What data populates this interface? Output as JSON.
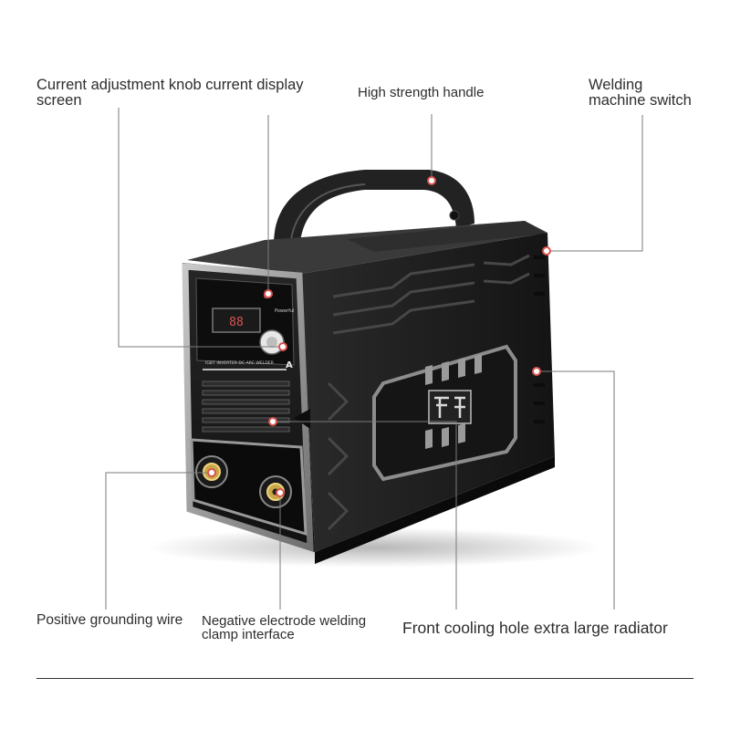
{
  "callouts": {
    "knob_display": "Current adjustment knob current display screen",
    "handle": "High strength handle",
    "switch": "Welding machine switch",
    "ground": "Positive grounding wire",
    "negative": "Negative electrode welding clamp interface",
    "radiator": "Front cooling hole extra large radiator"
  },
  "panel_text": {
    "model": "IGBT INVERTER DC ARC WELDER",
    "unit": "A",
    "powerful": "Powerful"
  },
  "colors": {
    "body": "#1c1c1c",
    "frame": "#9a9a9a",
    "marker": "#d9534f",
    "leader": "#777777"
  }
}
